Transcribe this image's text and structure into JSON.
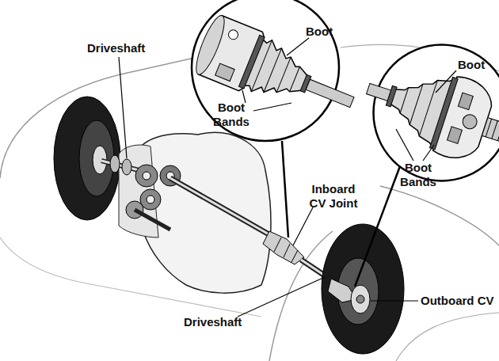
{
  "diagram": {
    "nodes": [
      {
        "text": [
          "Boot",
          "Boot Bands"
        ]
      },
      {
        "text": [
          "Boot",
          "Boot Bands"
        ]
      }
    ],
    "labels": [
      "Driveshaft",
      "Inboard CV Joint",
      "Driveshaft",
      "Outboard CV"
    ]
  }
}
